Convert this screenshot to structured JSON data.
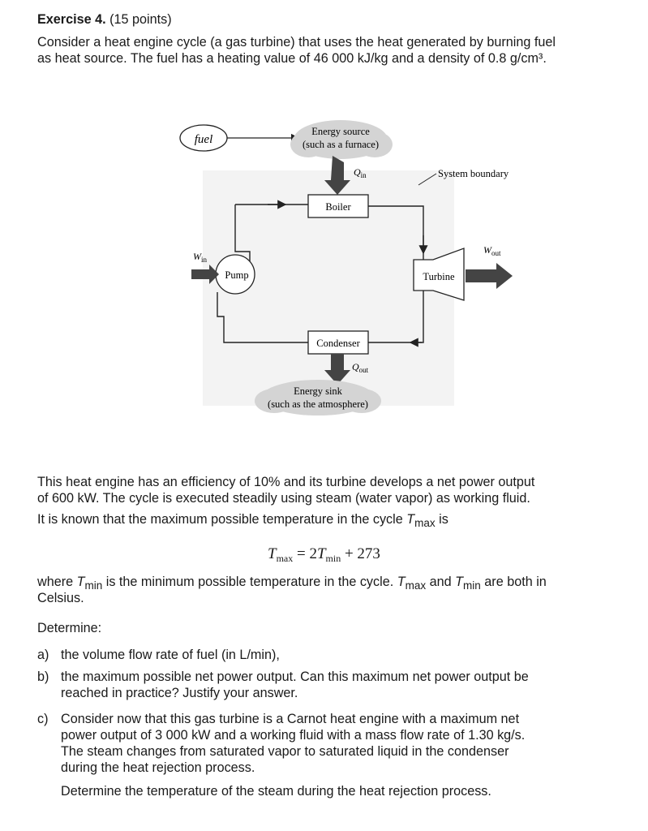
{
  "exercise": {
    "title": "Exercise 4.",
    "points": "(15 points)",
    "intro_line1": "Consider a heat engine cycle (a gas turbine) that uses the heat generated by burning fuel",
    "intro_line2": "as heat source. The fuel has a heating value of 46 000 kJ/kg and a density of 0.8 g/cm³."
  },
  "diagram": {
    "fuel": "fuel",
    "energy_source_1": "Energy source",
    "energy_source_2": "(such as a furnace)",
    "q_in": "Q",
    "q_in_sub": "in",
    "system_boundary": "System boundary",
    "boiler": "Boiler",
    "w_in": "W",
    "w_in_sub": "in",
    "w_out": "W",
    "w_out_sub": "out",
    "pump": "Pump",
    "turbine": "Turbine",
    "condenser": "Condenser",
    "q_out": "Q",
    "q_out_sub": "out",
    "energy_sink_1": "Energy sink",
    "energy_sink_2": "(such as the atmosphere)"
  },
  "body": {
    "para1_line1": "This heat engine has an efficiency of 10% and its turbine develops a net power output",
    "para1_line2": "of 600 kW. The cycle is executed steadily using steam (water vapor) as working fluid.",
    "para1_line3_pre": "It is known that the maximum possible temperature in the cycle ",
    "tmax_T": "T",
    "tmax_sub": "max",
    "para1_line3_post": " is",
    "equation": {
      "lhs": "T",
      "lhs_sub": "max",
      "eq": " = 2",
      "t": "T",
      "t_sub": "min",
      "rest": " + 273"
    },
    "para2_pre": "where ",
    "tmin_T": "T",
    "tmin_sub": "min",
    "para2_mid1": " is the minimum possible temperature in the cycle. ",
    "para2_mid2": " and ",
    "para2_post": " are both in",
    "para2_line2": "Celsius.",
    "determine": "Determine:"
  },
  "questions": [
    {
      "label": "a)",
      "lines": [
        "the volume flow rate of fuel (in L/min),"
      ]
    },
    {
      "label": "b)",
      "lines": [
        "the maximum possible net power output. Can this maximum net power output be",
        "reached in practice? Justify your answer."
      ]
    },
    {
      "label": "c)",
      "lines": [
        "Consider now that this gas turbine is a Carnot heat engine with a maximum net",
        "power output of 3 000 kW and a working fluid with a mass flow rate of 1.30 kg/s.",
        "The steam changes from saturated vapor to saturated liquid in the condenser",
        "during the heat rejection process."
      ]
    }
  ],
  "final_line": "Determine the temperature of the steam during the heat rejection process."
}
